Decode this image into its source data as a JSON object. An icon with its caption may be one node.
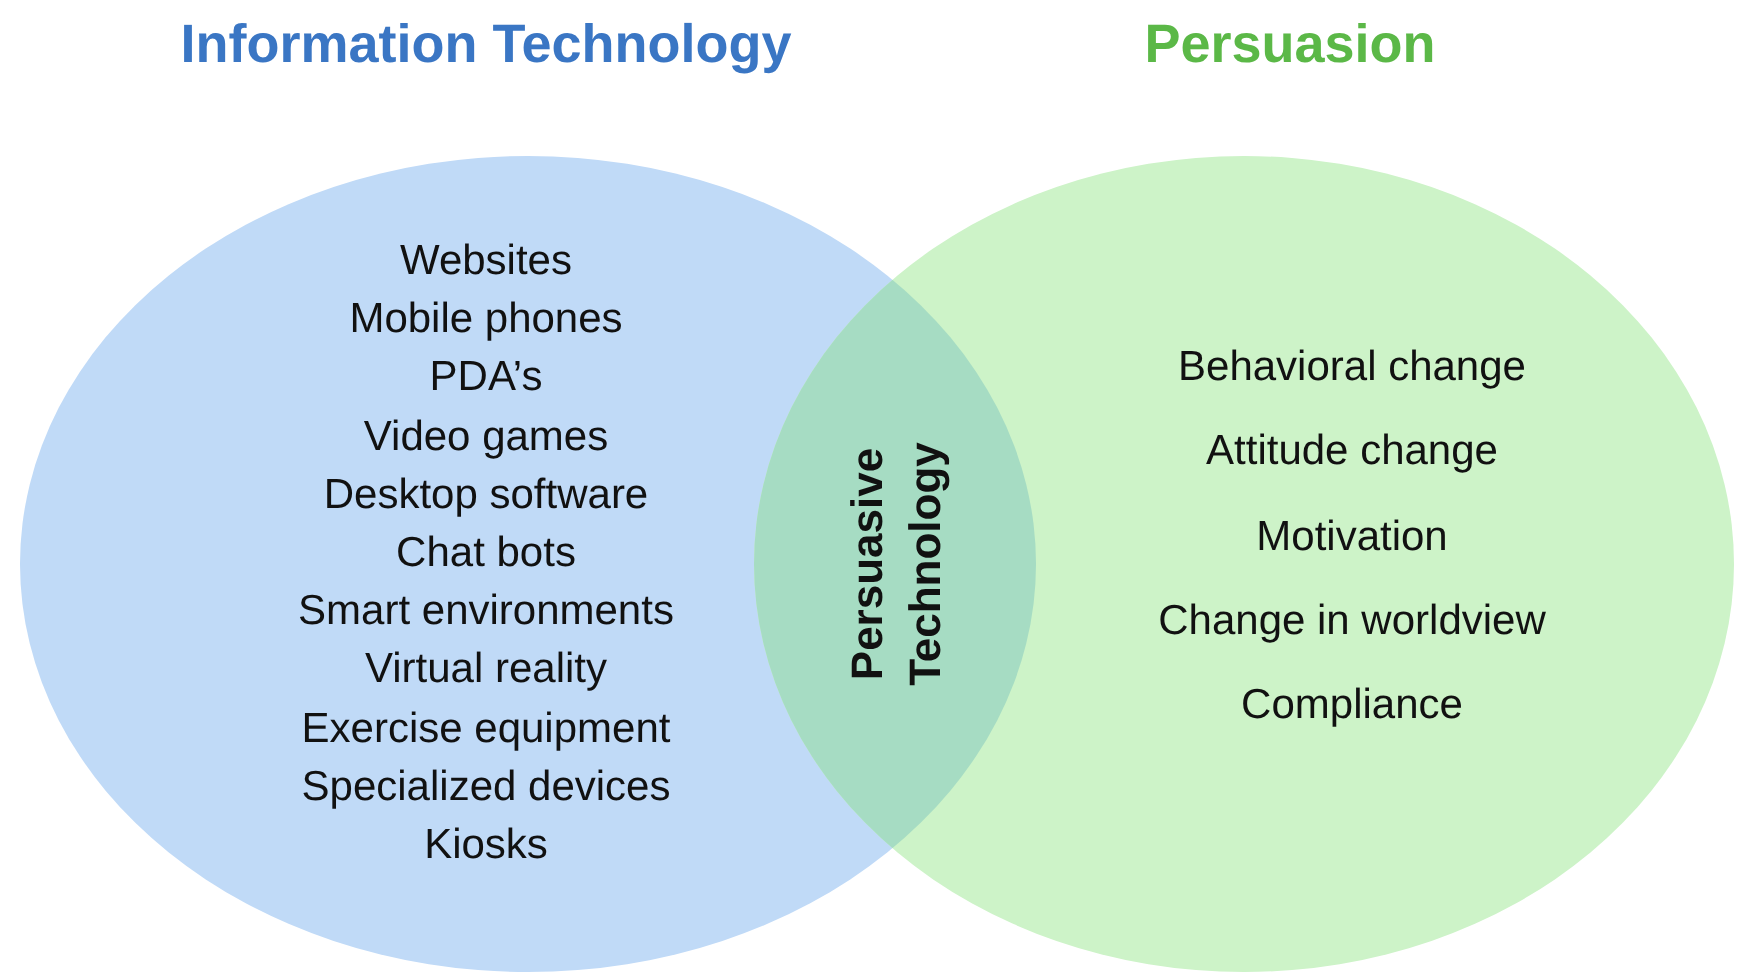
{
  "diagram": {
    "nodes": [
      {
        "text": [
          "Information Technology",
          "Websites",
          "Mobile phones",
          "PDA’s",
          "Video games",
          "Desktop software",
          "Chat bots",
          "Smart environments",
          "Virtual reality",
          "Exercise equipment",
          "Specialized devices",
          "Kiosks"
        ]
      },
      {
        "text": [
          "Persuasion",
          "Behavioral change",
          "Attitude change",
          "Motivation",
          "Change in worldview",
          "Compliance"
        ]
      },
      {
        "text": [
          "Persuasive Technology"
        ]
      }
    ]
  }
}
